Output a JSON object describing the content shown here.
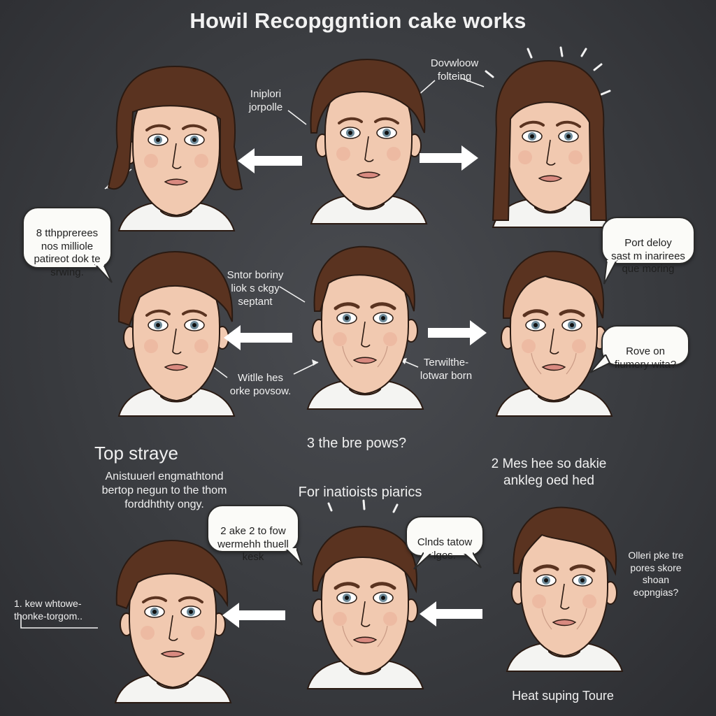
{
  "title": "Howil Recopggntion cake works",
  "colors": {
    "background": "#3a3c40",
    "skin": "#f1c9b0",
    "hair": "#5a3320",
    "shirt": "#f4f4f2",
    "outline": "#2a1a12",
    "arrow": "#ffffff"
  },
  "annotations": {
    "top_center_label": "Iniplori\njorpolle",
    "top_right_label": "Dovwloow\nfolteing",
    "mid_center_label": "Sntor boriny\nliok s ckgy\nseptant",
    "mid_left_label": "Witlle hes\norke povsow.",
    "mid_right_label": "Terwilthe-\nlotwar born",
    "top_strayer_heading": "Top straye",
    "top_strayer_text": "Anistuuerl engmathtond\nbertop negun to the thom\nforddhthty ongy.",
    "mid_center_caption": "3 the bre pows?",
    "mid_right_caption": "2 Mes hee so dakie\nankleg oed hed",
    "bottom_center_heading": "For inatioists piarics",
    "bottom_left_label": "1. kew whtowe-\nthonke-torgom..",
    "bottom_right_label": "Olleri pke tre\npores skore\nshoan\neopngias?",
    "bottom_right_caption": "Heat suping Toure"
  },
  "bubbles": {
    "left": "8 tthpprerees\nnos milliole\npatireot dok te\nsrwing.",
    "right_top": "Port deloy\nsast m inarirees\nque moring",
    "right_mid": "Rove on\nfiumery wita?",
    "bottom_left": "2 ake 2 to fow\nwermehh thuell\nkesk",
    "bottom_mid": "Clnds tatow\nlges."
  },
  "icons": [
    "arrow-left-icon",
    "arrow-right-icon",
    "sparkle-lines-icon"
  ]
}
